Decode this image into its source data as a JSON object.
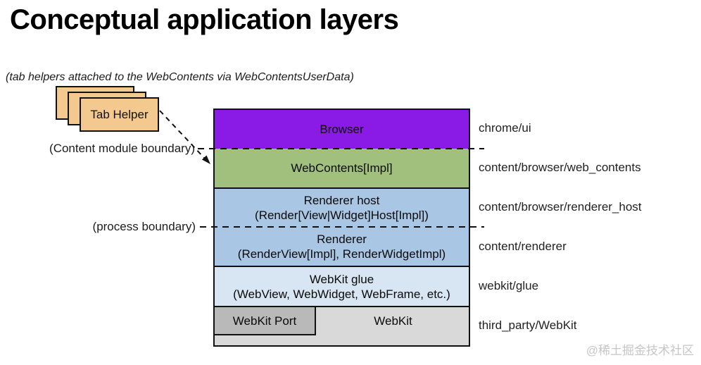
{
  "slide": {
    "title": "Conceptual application layers",
    "note": "(tab helpers attached to the WebContents via WebContentsUserData)",
    "watermark": "@稀土掘金技术社区"
  },
  "tab_helper": {
    "label": "Tab Helper",
    "fill": "#f4c990"
  },
  "boundaries": {
    "content_module_label": "(Content module boundary)",
    "process_label": "(process boundary)"
  },
  "layers": [
    {
      "name": "Browser",
      "path": "chrome/ui",
      "fill": "#8a1be7"
    },
    {
      "name": "WebContents[Impl]",
      "path": "content/browser/web_contents",
      "fill": "#a1c07e"
    },
    {
      "name": "Renderer host",
      "sub": "(Render[View|Widget]Host[Impl])",
      "path": "content/browser/renderer_host",
      "fill": "#a9c7e4"
    },
    {
      "name": "Renderer",
      "sub": "(RenderView[Impl], RenderWidgetImpl)",
      "path": "content/renderer",
      "fill": "#a9c7e4"
    },
    {
      "name": "WebKit glue",
      "sub": "(WebView, WebWidget, WebFrame, etc.)",
      "path": "webkit/glue",
      "fill": "#d8e5f2"
    },
    {
      "name": "WebKit",
      "port_label": "WebKit Port",
      "path": "third_party/WebKit",
      "fill": "#d9d9d9",
      "port_fill": "#b9b9b9"
    }
  ],
  "line_color": "#111111"
}
